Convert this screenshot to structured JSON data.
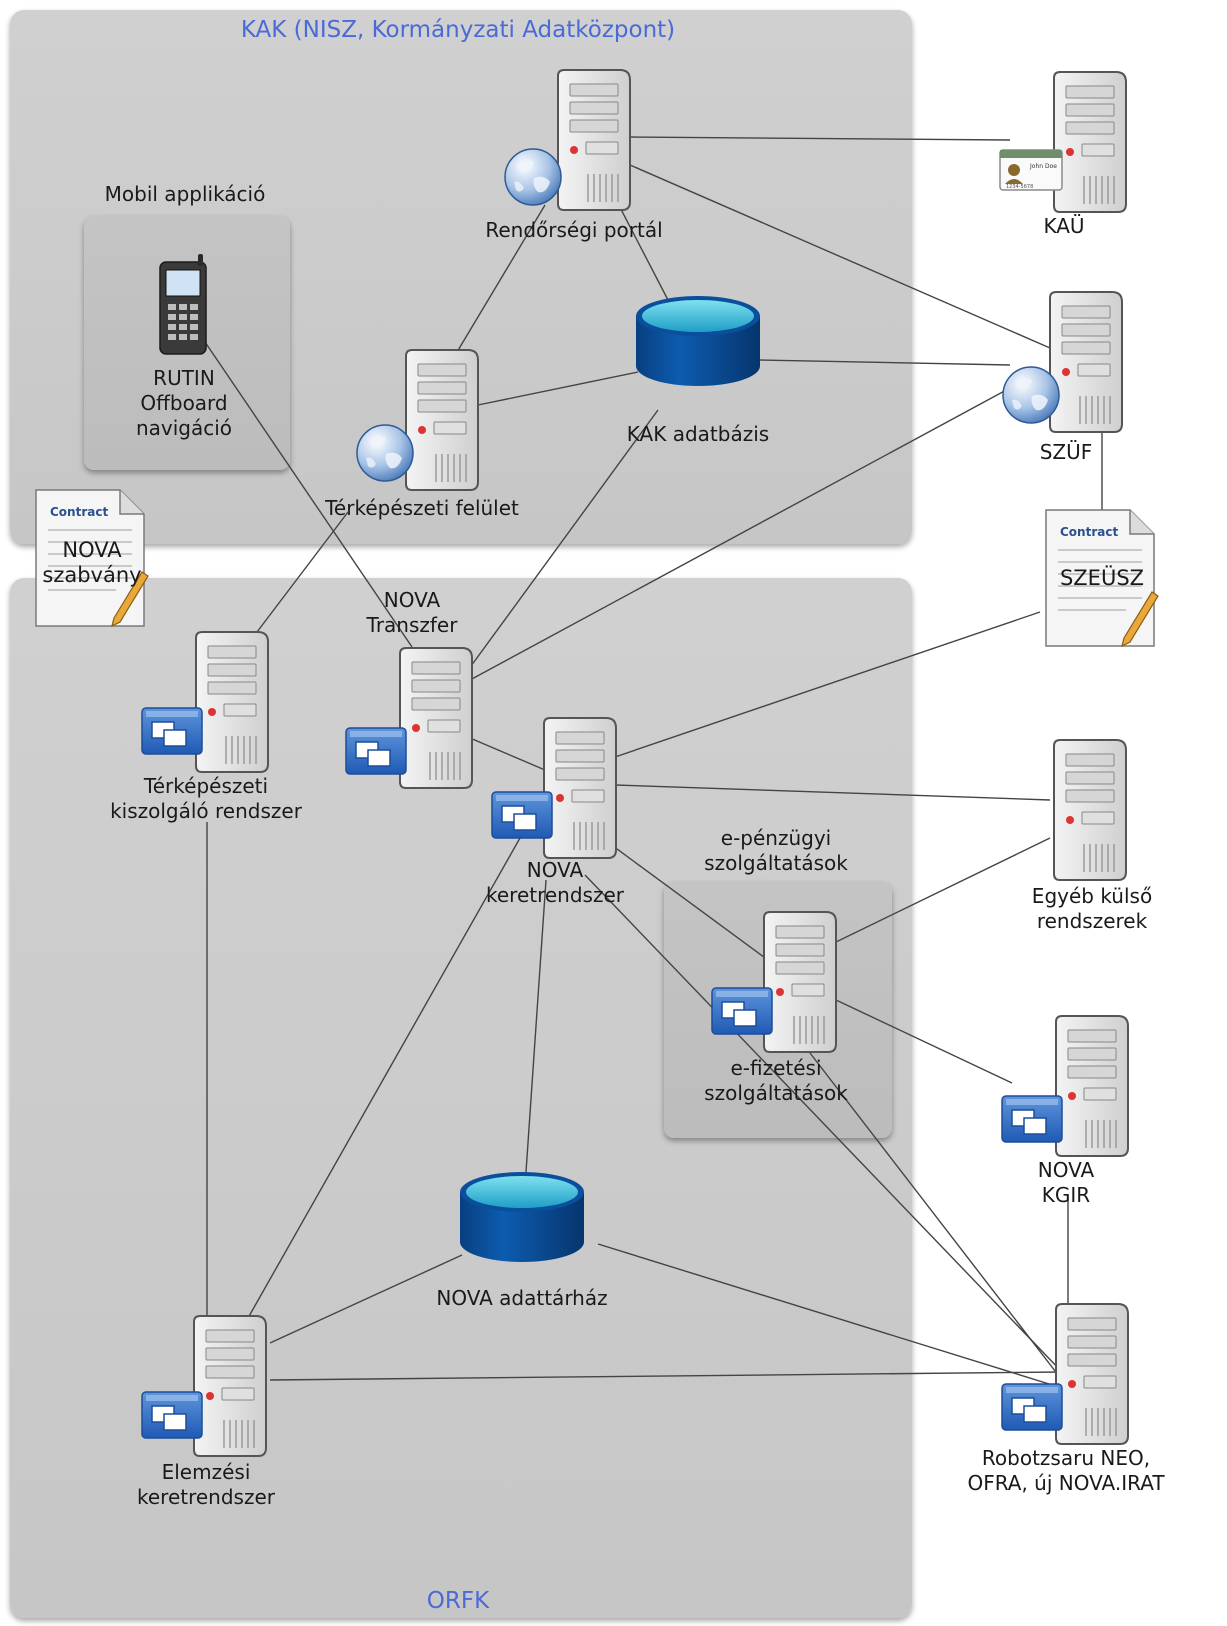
{
  "zones": {
    "kak_title": "KAK (NISZ, Kormányzati Adatközpont)",
    "orfk_title": "ORFK",
    "mobil_title": "Mobil applikáció",
    "epenzugyi_title": [
      "e-pénzügyi",
      "szolgáltatások"
    ]
  },
  "nodes": {
    "rendorsegi_portal": [
      "Rendőrségi portál"
    ],
    "kau": [
      "KAÜ"
    ],
    "szuf": [
      "SZÜF"
    ],
    "kak_adatbazis": [
      "KAK adatbázis"
    ],
    "terkepeszeti_felulet": [
      "Térképészeti felület"
    ],
    "rutin": [
      "RUTIN",
      "Offboard",
      "navigáció"
    ],
    "nova_szabvany": [
      "NOVA",
      "szabvány"
    ],
    "szeusz": [
      "SZEÜSZ"
    ],
    "nova_transzfer": [
      "NOVA",
      "Transzfer"
    ],
    "terkepeszeti_kiszolgalo": [
      "Térképészeti",
      "kiszolgáló rendszer"
    ],
    "nova_keretrendszer": [
      "NOVA",
      "keretrendszer"
    ],
    "egyeb_kulso": [
      "Egyéb külső",
      "rendszerek"
    ],
    "e_fizetesi": [
      "e-fizetési",
      "szolgáltatások"
    ],
    "nova_kgir": [
      "NOVA",
      "KGIR"
    ],
    "nova_adattarhaz": [
      "NOVA adattárház"
    ],
    "elemzesi": [
      "Elemzési",
      "keretrendszer"
    ],
    "robotzsaru": [
      "Robotzsaru NEO,",
      "OFRA, új NOVA.IRAT"
    ]
  },
  "document_header": "Contract",
  "kau_card_text": [
    "John Doe",
    "1234-5678"
  ],
  "colors": {
    "zone_title": "#4a6ad8",
    "db_body": "#0a4f9c",
    "db_top": "#2cb6d8",
    "server_body": "#e8e8e8",
    "line": "#444444"
  },
  "icons": [
    "server-icon",
    "globe-icon",
    "app-window-icon",
    "database-icon",
    "mobile-phone-icon",
    "contract-document-icon",
    "id-card-icon"
  ]
}
